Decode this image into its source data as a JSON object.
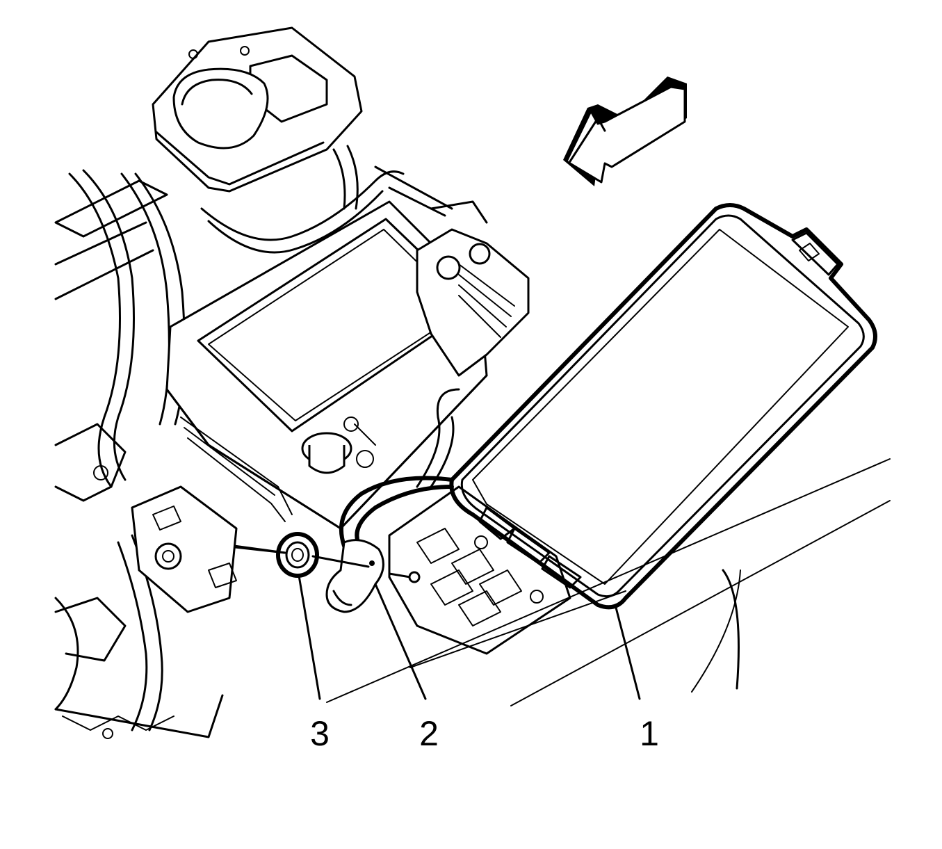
{
  "diagram": {
    "callouts": [
      {
        "id": "3",
        "label": "3",
        "part": "nut"
      },
      {
        "id": "2",
        "label": "2",
        "part": "ground-cable-terminal"
      },
      {
        "id": "1",
        "label": "1",
        "part": "fuse-block-cover"
      }
    ],
    "direction_arrow": "view-direction-arrow",
    "colors": {
      "line": "#000000",
      "background": "#ffffff"
    }
  }
}
